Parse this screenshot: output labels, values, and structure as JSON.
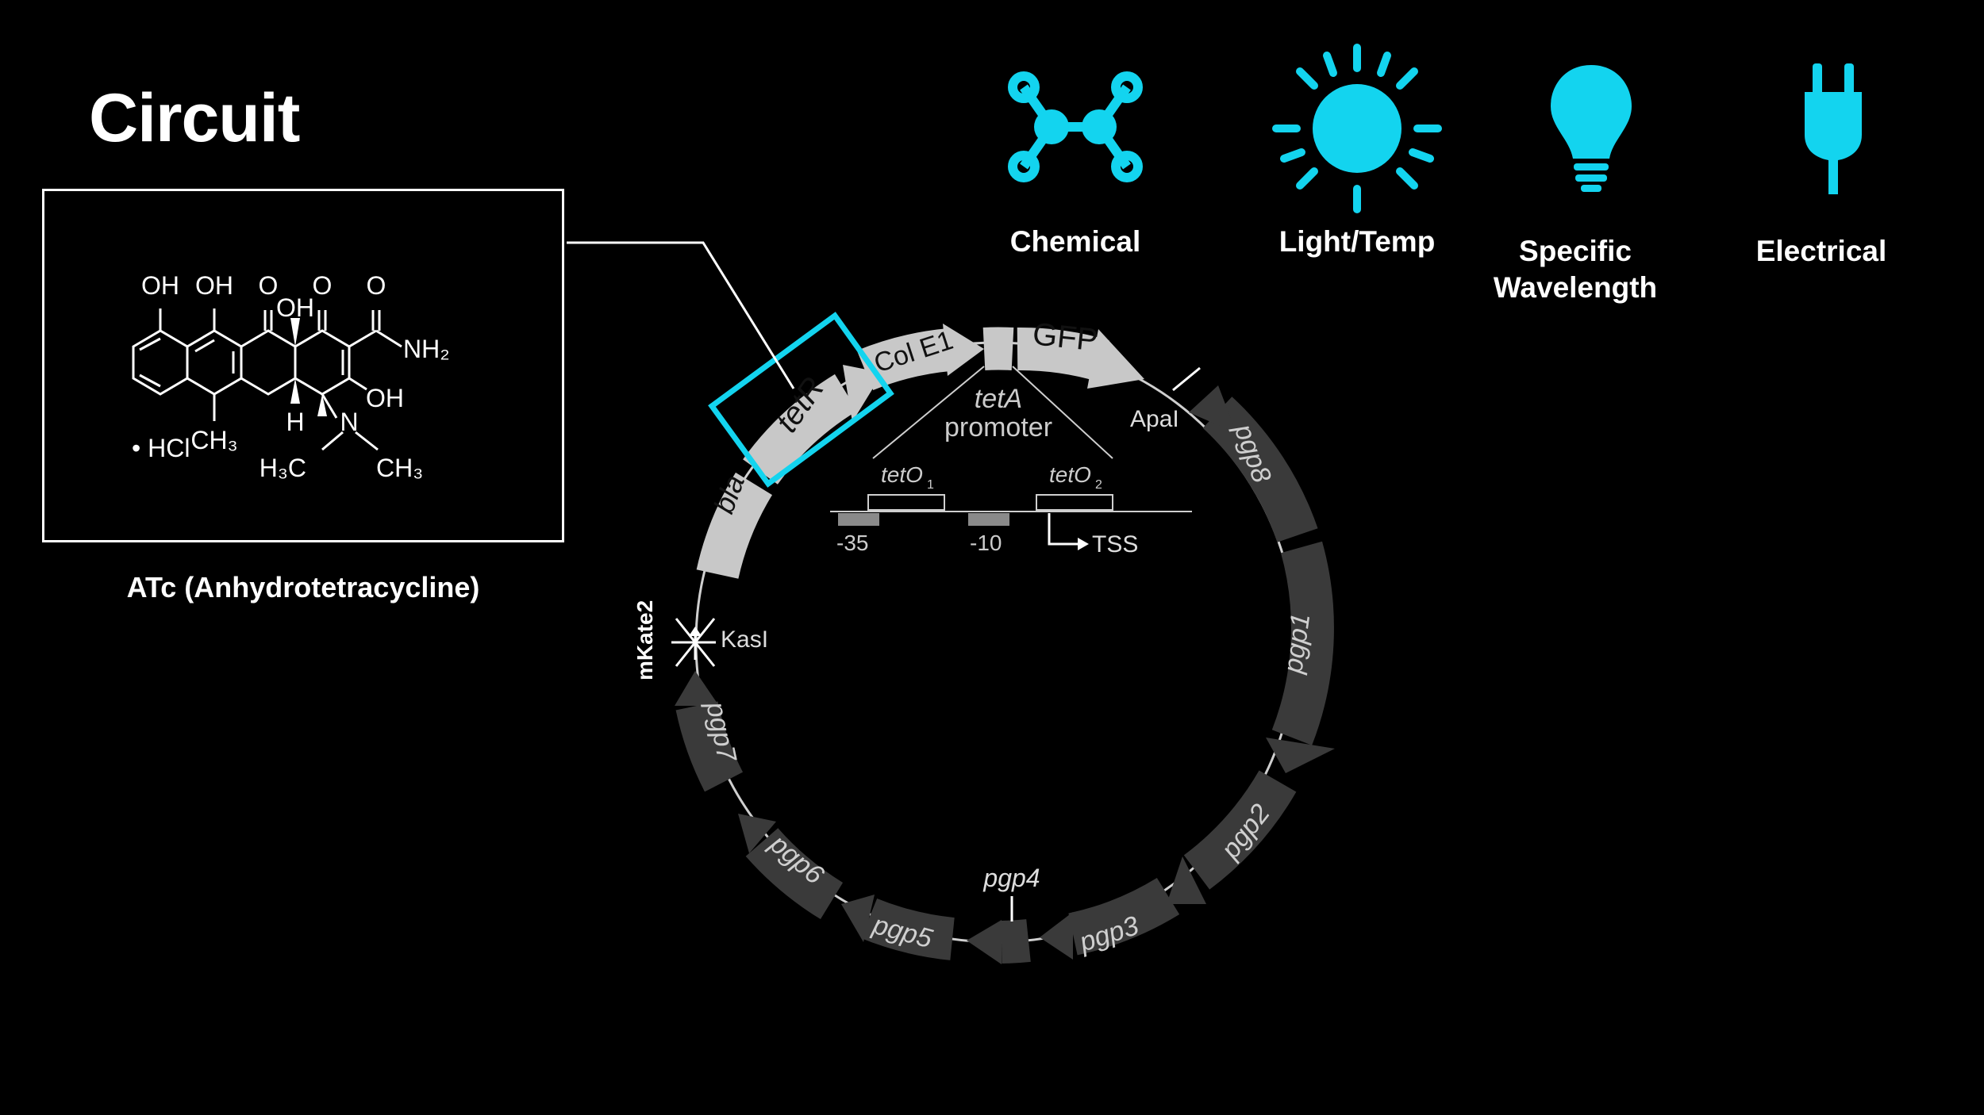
{
  "slide": {
    "title": "Circuit"
  },
  "molecule": {
    "caption": "ATc (Anhydrotetracycline)",
    "labels": {
      "oh1": "OH",
      "oh2": "OH",
      "o1": "O",
      "oh_mid": "OH",
      "o2": "O",
      "o3": "O",
      "nh2": "NH₂",
      "oh_right": "OH",
      "h": "H",
      "n": "N",
      "ch3": "CH₃",
      "h3c": "H₃C",
      "ch3_right": "CH₃",
      "hcl": "• HCl"
    }
  },
  "stimuli": [
    {
      "label": "Chemical",
      "icon": "molecule-icon"
    },
    {
      "label": "Light/Temp",
      "icon": "sun-icon"
    },
    {
      "label": "Specific\nWavelength",
      "icon": "lightbulb-icon"
    },
    {
      "label": "Electrical",
      "icon": "plug-icon"
    }
  ],
  "colors": {
    "accent": "#13d4ef",
    "light_gene": "#c8c8c8",
    "dark_gene": "#3a3a3a"
  },
  "plasmid": {
    "genes": {
      "bla": "bla",
      "tetR": "tetR",
      "colE1": "Col E1",
      "gfp": "GFP",
      "pgp1": "pgp1",
      "pgp2": "pgp2",
      "pgp3": "pgp3",
      "pgp4": "pgp4",
      "pgp5": "pgp5",
      "pgp6": "pgp6",
      "pgp7": "pgp7",
      "pgp8": "pgp8",
      "mkate2": "mKate2"
    },
    "sites": {
      "apal": "ApaI",
      "kasl": "KasI"
    },
    "promoter": {
      "name": "tetA",
      "word": "promoter",
      "teto1": "tetO",
      "teto1_sub": "1",
      "teto2": "tetO",
      "teto2_sub": "2",
      "m35": "-35",
      "m10": "-10",
      "tss": "TSS"
    }
  }
}
